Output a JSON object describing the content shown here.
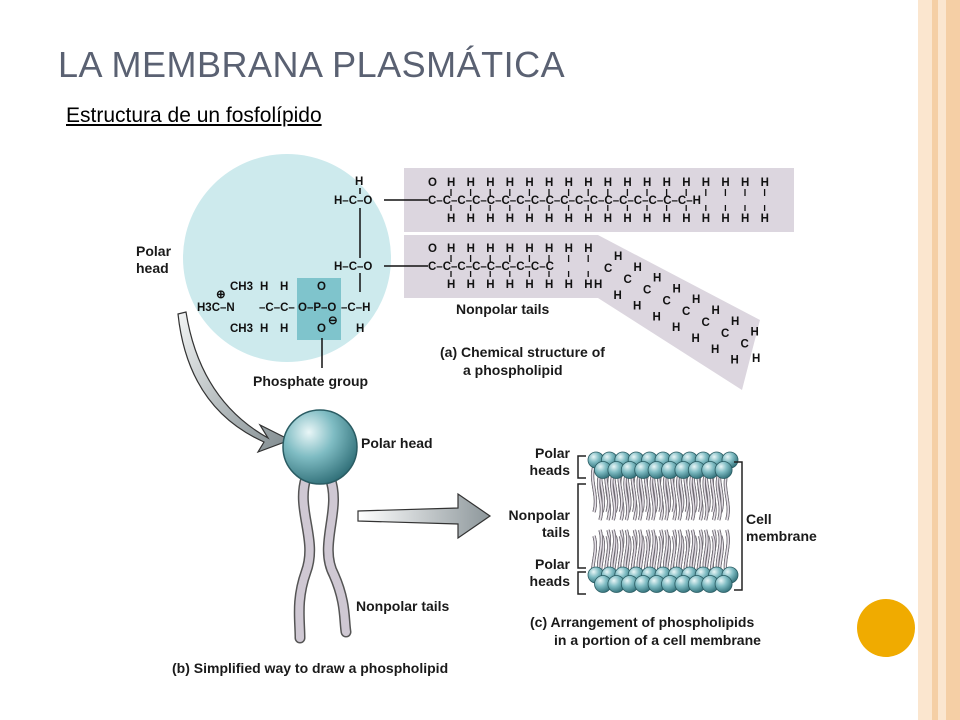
{
  "slide": {
    "title": "LA MEMBRANA PLASMÁTICA",
    "subtitle": "Estructura de un fosfolípido",
    "accent_circle_color": "#f0ab00",
    "edge_stripe_colors": [
      "#fbe6cf",
      "#f5cfa5"
    ]
  },
  "panel_a": {
    "polar_head_label": [
      "Polar",
      "head"
    ],
    "phosphate_label": "Phosphate group",
    "nonpolar_label": "Nonpolar tails",
    "caption": [
      "(a) Chemical structure of",
      "a phospholipid"
    ],
    "head_circle_color": "#cdeaed",
    "tail_band_color": "#dcd6df",
    "phosphate_box_color": "#7fc4cc",
    "chem": {
      "glycerol_top": [
        "H",
        "H–C–O",
        "H–C–O"
      ],
      "choline": [
        "⊕",
        "CH3",
        "H3C–N",
        "CH3"
      ],
      "phosphate": [
        "O",
        "O–P–O",
        "O",
        "⊖"
      ]
    }
  },
  "panel_b": {
    "polar_head_label": "Polar head",
    "nonpolar_label": "Nonpolar tails",
    "caption": "(b) Simplified way to draw a phospholipid"
  },
  "panel_c": {
    "labels_left": [
      [
        "Polar",
        "heads"
      ],
      [
        "Nonpolar",
        "tails"
      ],
      [
        "Polar",
        "heads"
      ]
    ],
    "label_right": [
      "Cell",
      "membrane"
    ],
    "caption": [
      "(c) Arrangement of phospholipids",
      "in a portion of a cell membrane"
    ]
  }
}
